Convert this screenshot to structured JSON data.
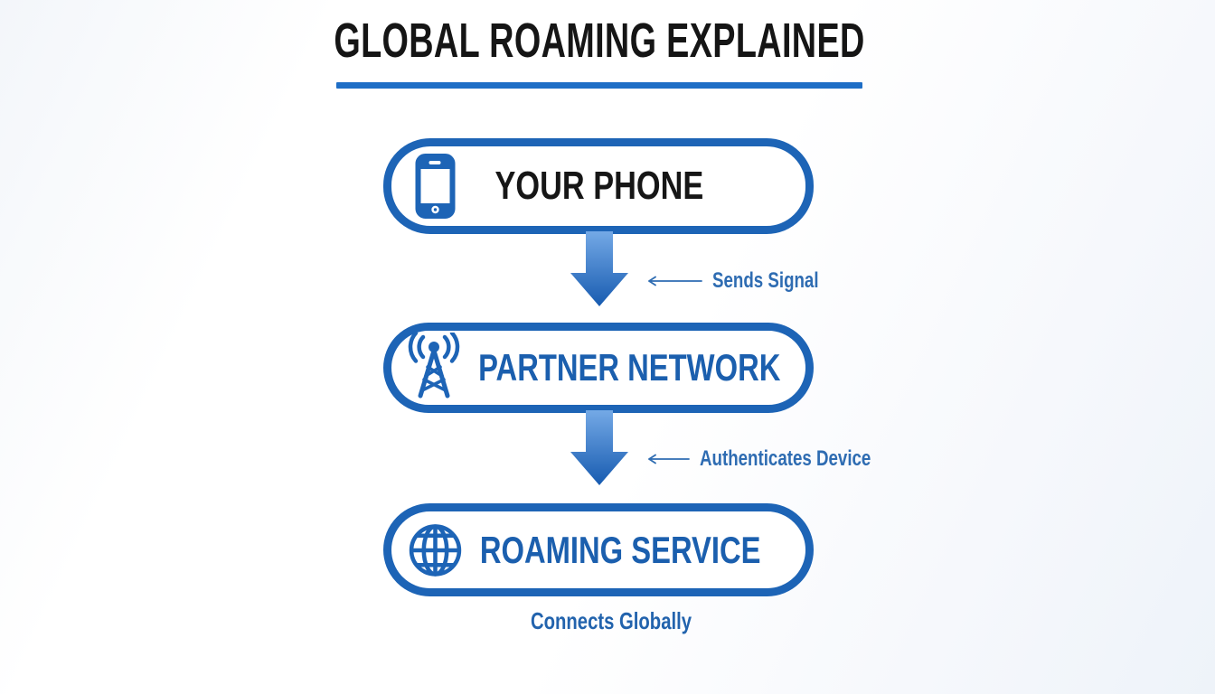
{
  "title": "GLOBAL ROAMING EXPLAINED",
  "nodes": [
    {
      "id": "your-phone",
      "label": "YOUR PHONE",
      "icon": "smartphone-icon"
    },
    {
      "id": "partner-network",
      "label": "PARTNER NETWORK",
      "icon": "cell-tower-icon"
    },
    {
      "id": "roaming-service",
      "label": "ROAMING SERVICE",
      "icon": "globe-icon"
    }
  ],
  "annotations": [
    {
      "id": "sends-signal",
      "label": "Sends Signal"
    },
    {
      "id": "authenticates-device",
      "label": "Authenticates Device"
    }
  ],
  "footer_caption": "Connects Globally",
  "colors": {
    "box_border_blue": "#1d64b6",
    "label_blue": "#1b5fae",
    "title_black": "#151515",
    "underline_blue": "#1e6ec6",
    "arrow_gradient_top": "#74a9e6",
    "arrow_gradient_bottom": "#175bb0",
    "annotation_blue": "#2e6cb2",
    "background": "#fafbfd"
  }
}
